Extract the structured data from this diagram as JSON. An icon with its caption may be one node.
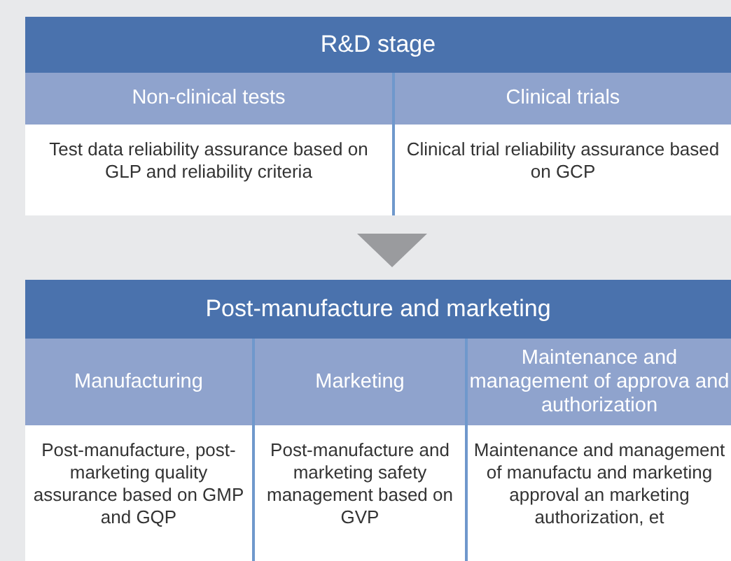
{
  "diagram": {
    "nodes": [
      {
        "text": [
          "R&D stage"
        ]
      },
      {
        "text": [
          "Non-clinical tests",
          "Test data reliability assurance based on GLP and reliability criteria"
        ],
        "in": 0
      },
      {
        "text": [
          "Clinical trials",
          "Clinical trial reliability assurance based on GCP"
        ],
        "in": 0
      },
      {
        "text": [
          "Post-manufacture and marketing"
        ]
      },
      {
        "text": [
          "Manufacturing",
          "Post-manufacture, post-marketing quality assurance based on GMP and GQP"
        ],
        "in": 3
      },
      {
        "text": [
          "Marketing",
          "Post-manufacture and marketing safety management based on GVP"
        ],
        "in": 3
      },
      {
        "text": [
          "Maintenance and management of approva and authorization",
          "Maintenance and management of manufactu and marketing approval an marketing authorization, et"
        ],
        "in": 3
      }
    ],
    "edges": [
      {
        "from": 0,
        "to": 3,
        "arrow": "to"
      }
    ]
  }
}
